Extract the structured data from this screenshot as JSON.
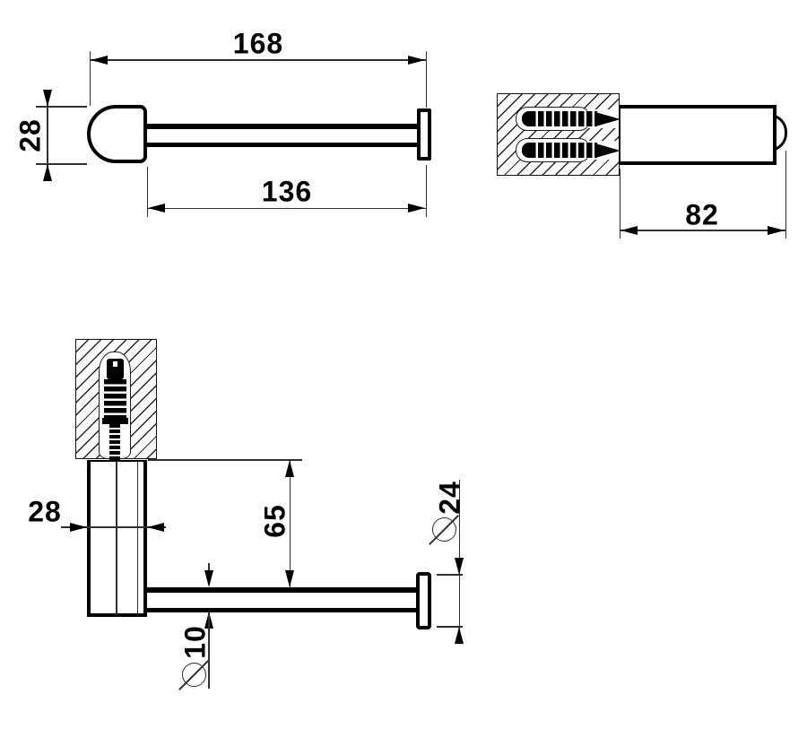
{
  "views": {
    "top_view": {
      "overall_length": "168",
      "bar_length": "136",
      "body_height": "28"
    },
    "side_view": {
      "depth": "82"
    },
    "front_view": {
      "body_width": "28",
      "bar_drop": "65",
      "cap_diameter": "24",
      "bar_diameter": "10"
    }
  },
  "colors": {
    "background": "#ffffff",
    "outline": "#000000",
    "dimension_line": "#2f2f2f"
  }
}
